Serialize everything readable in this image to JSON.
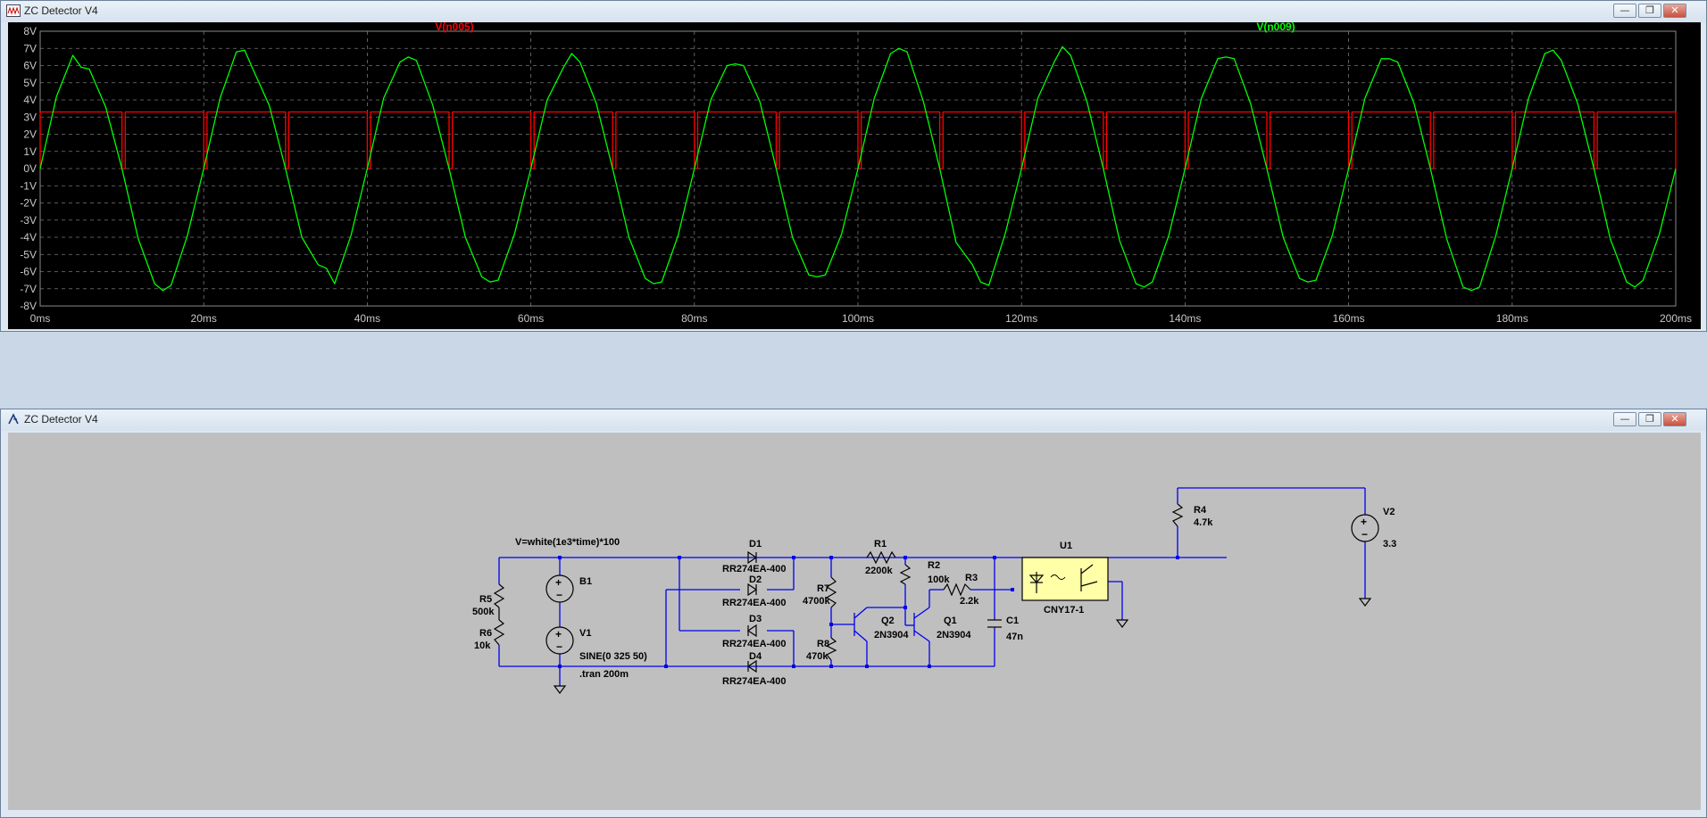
{
  "waveform_window": {
    "title": "ZC Detector V4",
    "controls": {
      "minimize": "—",
      "restore": "❐",
      "close": "✕"
    }
  },
  "schematic_window": {
    "title": "ZC Detector V4",
    "controls": {
      "minimize": "—",
      "restore": "❐",
      "close": "✕"
    },
    "labels": {
      "bsource_expr": "V=white(1e3*time)*100",
      "R5": "R5",
      "R5v": "500k",
      "R6": "R6",
      "R6v": "10k",
      "B1": "B1",
      "V1": "V1",
      "V1v": "SINE(0 325 50)",
      "tran": ".tran 200m",
      "D1": "D1",
      "D2": "D2",
      "D3": "D3",
      "D4": "D4",
      "diode_model": "RR274EA-400",
      "R1": "R1",
      "R1v": "2200k",
      "R2": "R2",
      "R2v": "100k",
      "R3": "R3",
      "R3v": "2.2k",
      "R7": "R7",
      "R7v": "4700k",
      "R8": "R8",
      "R8v": "470k",
      "Q1": "Q1",
      "Q2": "Q2",
      "Qmodel": "2N3904",
      "C1": "C1",
      "C1v": "47n",
      "U1": "U1",
      "U1v": "CNY17-1",
      "R4": "R4",
      "R4v": "4.7k",
      "V2": "V2",
      "V2v": "3.3"
    }
  },
  "chart_data": {
    "type": "line",
    "title": "",
    "xlabel": "",
    "ylabel": "",
    "xlim": [
      0,
      200
    ],
    "ylim": [
      -8,
      8
    ],
    "x_unit": "ms",
    "y_unit": "V",
    "x_ticks": [
      "0ms",
      "20ms",
      "40ms",
      "60ms",
      "80ms",
      "100ms",
      "120ms",
      "140ms",
      "160ms",
      "180ms",
      "200ms"
    ],
    "y_ticks": [
      "8V",
      "7V",
      "6V",
      "5V",
      "4V",
      "3V",
      "2V",
      "1V",
      "0V",
      "-1V",
      "-2V",
      "-3V",
      "-4V",
      "-5V",
      "-6V",
      "-7V",
      "-8V"
    ],
    "grid": true,
    "series": [
      {
        "name": "V(n005)",
        "color": "#ff0000",
        "high": 3.3,
        "low": 0,
        "x": [
          0,
          10,
          20,
          30,
          40,
          50,
          60,
          70,
          80,
          90,
          100,
          110,
          120,
          130,
          140,
          150,
          160,
          170,
          180,
          190,
          200
        ],
        "pulse_width_ms": 0.4
      },
      {
        "name": "V(n009)",
        "color": "#00ff00",
        "x": [
          0,
          2,
          4,
          5,
          6,
          8,
          10,
          12,
          14,
          15,
          16,
          18,
          20,
          22,
          24,
          25,
          26,
          28,
          30,
          32,
          34,
          35,
          36,
          38,
          40,
          42,
          44,
          45,
          46,
          48,
          50,
          52,
          54,
          55,
          56,
          58,
          60,
          62,
          64,
          65,
          66,
          68,
          70,
          72,
          74,
          75,
          76,
          78,
          80,
          82,
          84,
          85,
          86,
          88,
          90,
          92,
          94,
          95,
          96,
          98,
          100,
          102,
          104,
          105,
          106,
          108,
          110,
          112,
          114,
          115,
          116,
          118,
          120,
          122,
          124,
          125,
          126,
          128,
          130,
          132,
          134,
          135,
          136,
          138,
          140,
          142,
          144,
          145,
          146,
          148,
          150,
          152,
          154,
          155,
          156,
          158,
          160,
          162,
          164,
          165,
          166,
          168,
          170,
          172,
          174,
          175,
          176,
          178,
          180,
          182,
          184,
          185,
          186,
          188,
          190,
          192,
          194,
          195,
          196,
          198,
          200
        ],
        "y": [
          0,
          4.2,
          6.6,
          5.9,
          5.8,
          3.6,
          0,
          -4.1,
          -6.7,
          -7.1,
          -6.8,
          -3.9,
          0,
          4.1,
          6.8,
          6.9,
          5.8,
          3.7,
          0,
          -4.0,
          -5.6,
          -5.8,
          -6.7,
          -3.9,
          0,
          4.1,
          6.2,
          6.5,
          6.3,
          3.7,
          0,
          -4.0,
          -6.3,
          -6.6,
          -6.5,
          -3.8,
          0,
          4.0,
          5.9,
          6.7,
          6.2,
          3.8,
          0,
          -4.0,
          -6.4,
          -6.7,
          -6.6,
          -3.9,
          0,
          4.0,
          6.0,
          6.1,
          6.0,
          3.9,
          0,
          -4.0,
          -6.2,
          -6.3,
          -6.2,
          -3.8,
          0,
          4.1,
          6.7,
          7.0,
          6.8,
          3.9,
          0,
          -4.3,
          -5.6,
          -6.6,
          -6.8,
          -3.8,
          0,
          4.1,
          6.2,
          7.1,
          6.6,
          3.9,
          0,
          -4.2,
          -6.7,
          -6.9,
          -6.6,
          -3.9,
          0,
          4.1,
          6.4,
          6.5,
          6.4,
          3.8,
          0,
          -4.0,
          -6.4,
          -6.6,
          -6.5,
          -3.9,
          0,
          4.1,
          6.4,
          6.4,
          6.2,
          3.8,
          0,
          -4.1,
          -6.9,
          -7.1,
          -6.9,
          -3.9,
          0,
          4.1,
          6.7,
          6.9,
          6.3,
          3.8,
          0,
          -4.1,
          -6.6,
          -6.9,
          -6.5,
          -3.8,
          0
        ]
      }
    ]
  }
}
